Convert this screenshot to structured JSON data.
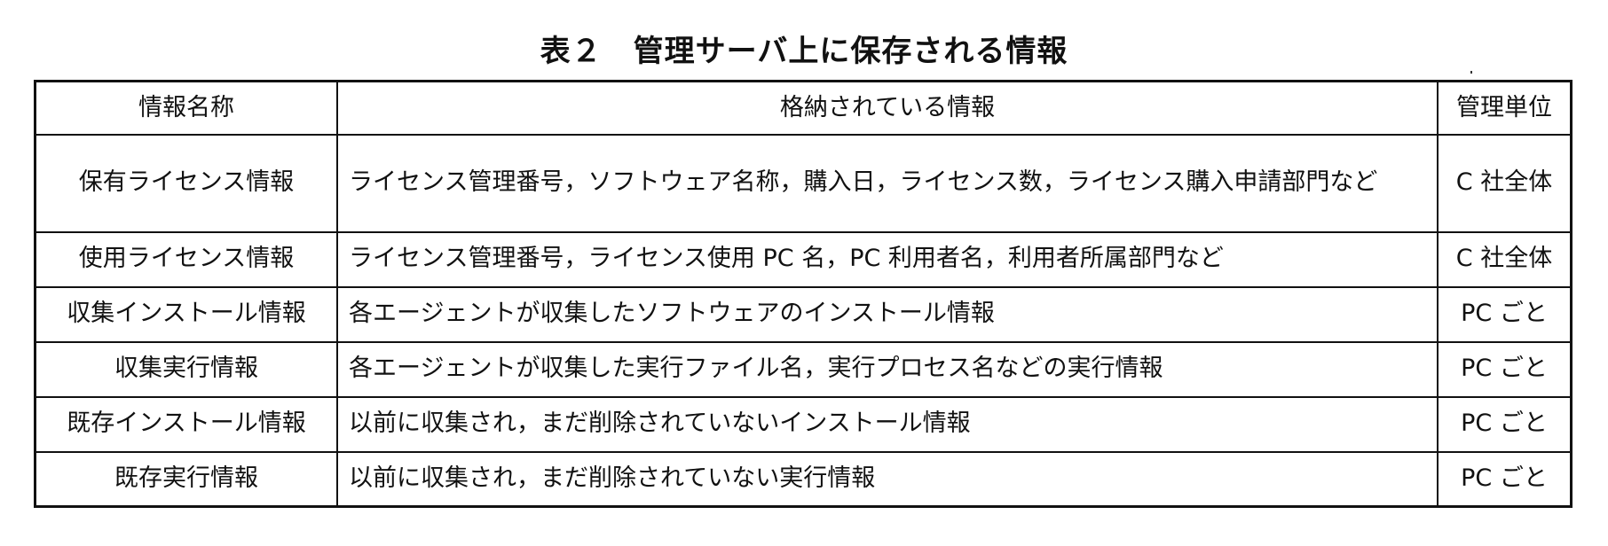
{
  "title": "表２　管理サーバ上に保存される情報",
  "table": {
    "headers": [
      "情報名称",
      "格納されている情報",
      "管理単位"
    ],
    "rows": [
      {
        "name": "保有ライセンス情報",
        "info": "ライセンス管理番号，ソフトウェア名称，購入日，ライセンス数，ライセンス購入申請部門など",
        "unit": "C 社全体"
      },
      {
        "name": "使用ライセンス情報",
        "info": "ライセンス管理番号，ライセンス使用 PC 名，PC 利用者名，利用者所属部門など",
        "unit": "C 社全体"
      },
      {
        "name": "収集インストール情報",
        "info": "各エージェントが収集したソフトウェアのインストール情報",
        "unit": "PC ごと"
      },
      {
        "name": "収集実行情報",
        "info": "各エージェントが収集した実行ファイル名，実行プロセス名などの実行情報",
        "unit": "PC ごと"
      },
      {
        "name": "既存インストール情報",
        "info": "以前に収集され，まだ削除されていないインストール情報",
        "unit": "PC ごと"
      },
      {
        "name": "既存実行情報",
        "info": "以前に収集され，まだ削除されていない実行情報",
        "unit": "PC ごと"
      }
    ]
  }
}
